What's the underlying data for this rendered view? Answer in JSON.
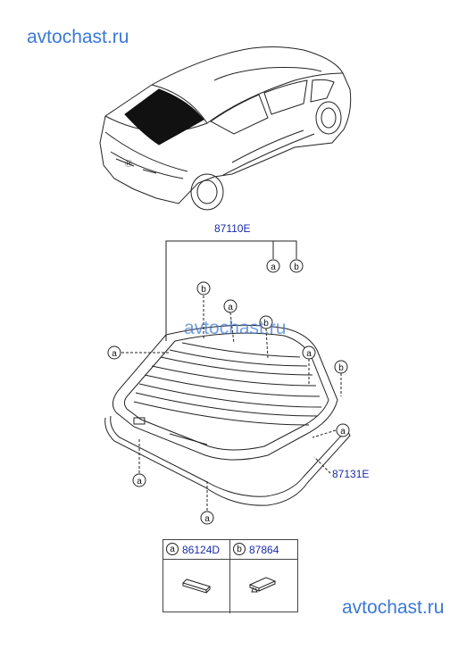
{
  "watermarks": {
    "top": "avtochast.ru",
    "middle": "avtochast.ru",
    "bottom": "avtochast.ru"
  },
  "part_numbers": {
    "main": "87110E",
    "molding": "87131E"
  },
  "callouts": {
    "a": "a",
    "b": "b"
  },
  "legend": {
    "a": {
      "letter": "a",
      "code": "86124D"
    },
    "b": {
      "letter": "b",
      "code": "87864"
    }
  },
  "colors": {
    "line": "#222222",
    "part_number": "#1a2aa8",
    "watermark": "#3a78d8"
  }
}
